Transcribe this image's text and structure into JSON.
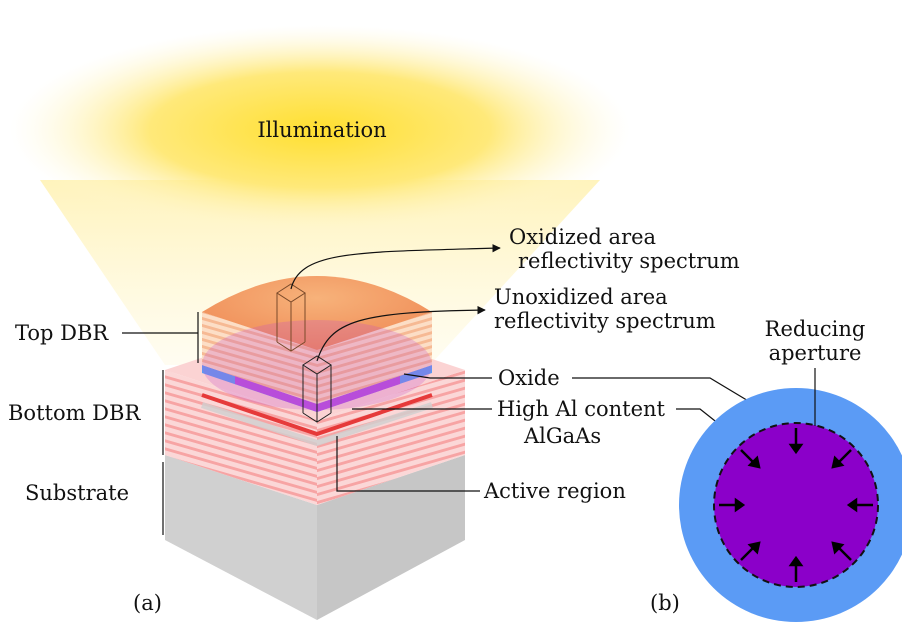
{
  "panel_a": {
    "illumination": "Illumination",
    "oxidized_label_1": "Oxidized area",
    "oxidized_label_2": "reflectivity spectrum",
    "unoxidized_label_1": "Unoxidized area",
    "unoxidized_label_2": "reflectivity spectrum",
    "top_dbr": "Top DBR",
    "bottom_dbr": "Bottom DBR",
    "substrate": "Substrate",
    "oxide": "Oxide",
    "high_al_1": "High Al content",
    "high_al_2": "AlGaAs",
    "active_region": "Active region",
    "caption": "(a)"
  },
  "panel_b": {
    "reducing_1": "Reducing",
    "reducing_2": "aperture",
    "caption": "(b)"
  },
  "colors": {
    "oxide_blue": "#5b9bf5",
    "aperture_purple": "#8b00c9",
    "dbr_stripe": "#f6a3a3",
    "substrate_gray": "#cccccc",
    "active_red": "#e63a3a",
    "illumination_yellow": "#ffe14a"
  }
}
